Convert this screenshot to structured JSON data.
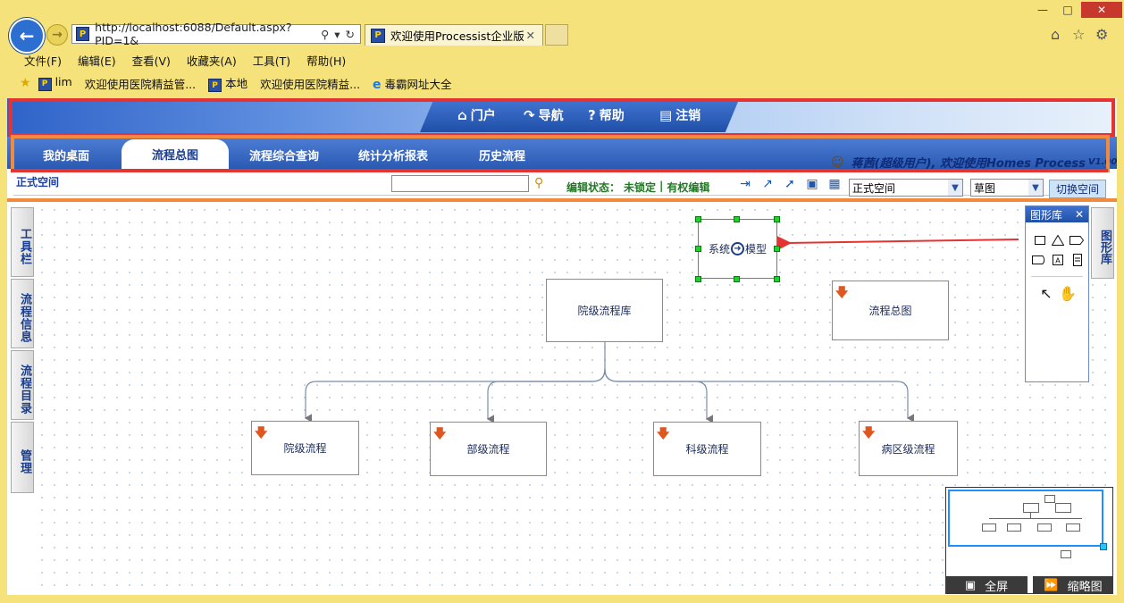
{
  "browser": {
    "url": "http://localhost:6088/Default.aspx?PID=1&",
    "tab_title": "欢迎使用Processist企业版",
    "menu": [
      "文件(F)",
      "编辑(E)",
      "查看(V)",
      "收藏夹(A)",
      "工具(T)",
      "帮助(H)"
    ],
    "favorites": [
      {
        "icon": "p",
        "label": "lim"
      },
      {
        "icon": "none",
        "label": "欢迎使用医院精益管..."
      },
      {
        "icon": "p",
        "label": "本地"
      },
      {
        "icon": "none",
        "label": "欢迎使用医院精益..."
      },
      {
        "icon": "e",
        "label": "毒霸网址大全"
      }
    ]
  },
  "top_links": [
    {
      "label": "门户",
      "icon": "home-icon"
    },
    {
      "label": "导航",
      "icon": "redo-icon"
    },
    {
      "label": "帮助",
      "icon": "help-icon"
    },
    {
      "label": "注销",
      "icon": "lock-icon"
    }
  ],
  "nav_tabs": [
    "我的桌面",
    "流程总图",
    "流程综合查询",
    "统计分析报表",
    "历史流程"
  ],
  "active_tab": "流程总图",
  "welcome": {
    "text": "蒋茜(超级用户), 欢迎使用Homes Process",
    "version": "V1.00"
  },
  "toolbar": {
    "space_label": "正式空间",
    "search_value": "",
    "status_label": "编辑状态：",
    "status_lock": "未锁定",
    "status_sep": "|",
    "status_edit": "有权编辑",
    "space_select": "正式空间",
    "draft_select": "草图",
    "switch_button": "切换空间"
  },
  "side_tabs": [
    "工具栏",
    "流程信息",
    "流程目录",
    "管理"
  ],
  "diagram": {
    "selected_node": {
      "label_left": "系统",
      "label_right": "模型"
    },
    "nodes": {
      "hospital_lib": "院级流程库",
      "overview": "流程总图",
      "hosp": "院级流程",
      "dept": "部级流程",
      "sect": "科级流程",
      "ward": "病区级流程"
    }
  },
  "shape_library": {
    "title": "图形库",
    "tab_label": "图形库"
  },
  "minimap": {
    "fullscreen": "全屏",
    "thumbnail": "缩略图"
  },
  "colors": {
    "accent_blue": "#2a59b2",
    "highlight_red": "#e53331",
    "highlight_orange": "#f08a3c",
    "selection_green": "#1fd12c"
  }
}
